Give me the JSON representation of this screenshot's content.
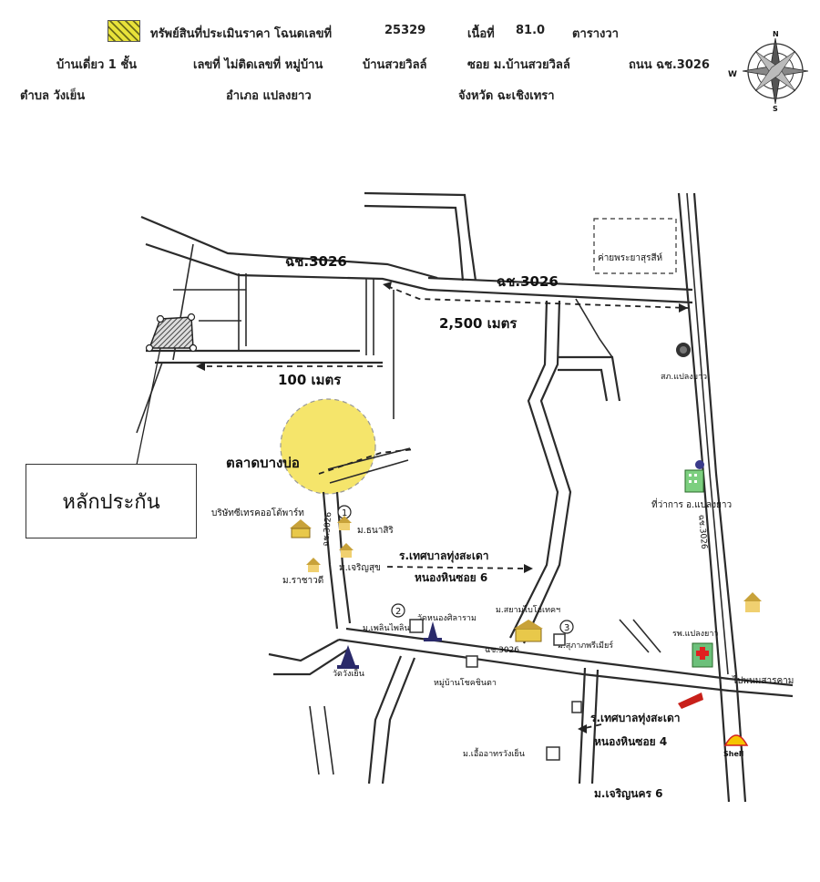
{
  "header": {
    "legend_text": "ทรัพย์สินที่ประเมินราคา โฉนดเลขที่",
    "deed_no": "25329",
    "area_label": "เนื้อที่",
    "area_value": "81.0",
    "area_unit": "ตารางวา",
    "house_type": "บ้านเดี่ยว 1 ชั้น",
    "house_no": "เลขที่ ไม่ติดเลขที่ หมู่บ้าน",
    "village": "บ้านสวยวิลล์",
    "soi": "ซอย ม.บ้านสวยวิลล์",
    "road": "ถนน ฉช.3026",
    "tambon": "ตำบล วังเย็น",
    "amphoe": "อำเภอ แปลงยาว",
    "province": "จังหวัด ฉะเชิงเทรา"
  },
  "compass": {
    "north": "N",
    "south": "S",
    "west": "W"
  },
  "roads": {
    "road_3026_a": "ฉช.3026",
    "road_3026_b": "ฉช.3026",
    "side_road_1": "ฉช.3026",
    "side_road_2": "ฉช.3026",
    "bottom_road": "ฉช.3026",
    "right_edge_road": "ไปพนมสารคาม"
  },
  "distances": {
    "dist_2500": "2,500 เมตร",
    "dist_100": "100 เมตร"
  },
  "callout": {
    "label": "หลักประกัน"
  },
  "places": {
    "camp": "ค่ายพระยาสุรสีห์",
    "police": "สภ.แปลงยาว",
    "market": "ตลาดบางบ่อ",
    "company": "บริษัทซีเทรคออโต้พาร์ท",
    "thanasiri": "ม.ธนาสิริ",
    "charoensuk": "ม.เจริญสุข",
    "rachawadee": "ม.ราชาวดี",
    "district_office": "ที่ว่าการ อ.แปลงยาว",
    "school_6": "ร.เทศบาลทุ่งสะเดา",
    "school_6_sub": "หนองหินซอย 6",
    "plern": "ม.เพลินไพลิน",
    "wat_nong": "วัดหนองศิลาราม",
    "siam": "ม.สยามไบโอเทคฯ",
    "hospital": "รพ.แปลงยาว",
    "premier": "ม.สุภาภพรีเมียร์",
    "wat_wang": "วัดวังเย็น",
    "village_chai": "หมู่บ้านโชคชินตา",
    "school_4": "ร.เทศบาลทุ่งสะเดา",
    "school_4_sub": "หนองหินซอย 4",
    "uea": "ม.เอื้ออาทรวังเย็น",
    "charoen_6": "ม.เจริญนคร 6",
    "shell": "Shell"
  },
  "markers": {
    "m1": "1",
    "m2": "2",
    "m3": "3"
  },
  "colors": {
    "highlight": "#f5e56b",
    "legend_yellow": "#e8e23a",
    "plot_hatch": "#444444",
    "road_line": "#2b2b2b",
    "school_icon": "#c8a23a",
    "temple_icon": "#2a2a6a",
    "hospital_icon": "#3a9a4a",
    "honda_red": "#c8201a",
    "shell_yellow": "#f6c400",
    "shell_red": "#d21f1f"
  }
}
